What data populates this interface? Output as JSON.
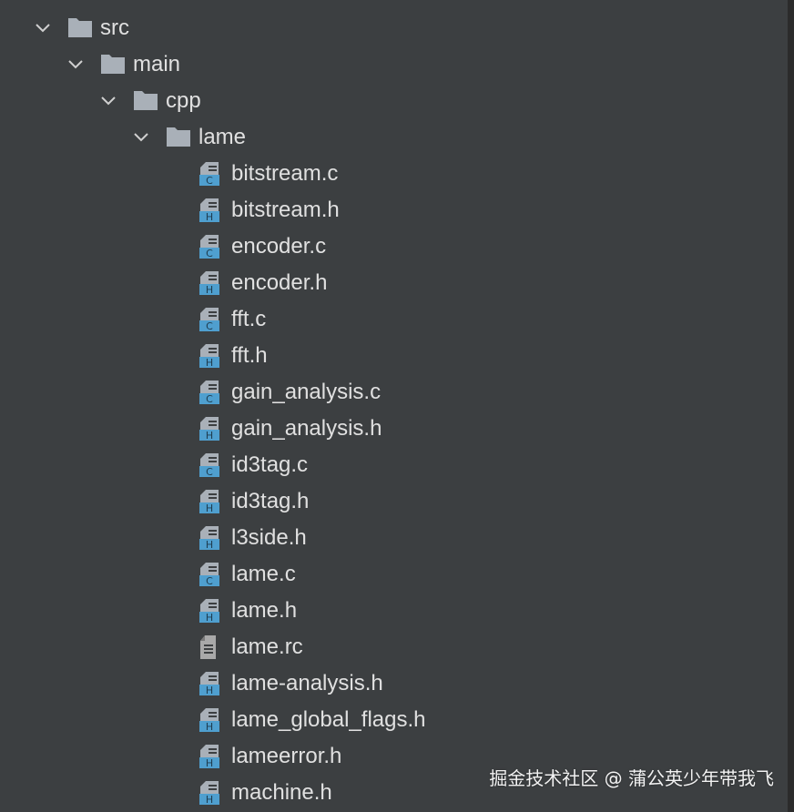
{
  "colors": {
    "background": "#3c3f41",
    "text": "#e0e0e0",
    "folder": "#a9b0b8",
    "c_file_badge": "#4f9fcf",
    "h_file_badge": "#4f9fcf",
    "plain_file": "#a9a9a9"
  },
  "tree": {
    "folders": [
      {
        "label": "src",
        "icon": "folder-icon",
        "expanded": true
      },
      {
        "label": "main",
        "icon": "folder-icon",
        "expanded": true
      },
      {
        "label": "cpp",
        "icon": "folder-icon",
        "expanded": true
      },
      {
        "label": "lame",
        "icon": "folder-icon",
        "expanded": true
      }
    ],
    "files": [
      {
        "label": "bitstream.c",
        "icon": "c-file-icon",
        "badge": "C"
      },
      {
        "label": "bitstream.h",
        "icon": "h-file-icon",
        "badge": "H"
      },
      {
        "label": "encoder.c",
        "icon": "c-file-icon",
        "badge": "C"
      },
      {
        "label": "encoder.h",
        "icon": "h-file-icon",
        "badge": "H"
      },
      {
        "label": "fft.c",
        "icon": "c-file-icon",
        "badge": "C"
      },
      {
        "label": "fft.h",
        "icon": "h-file-icon",
        "badge": "H"
      },
      {
        "label": "gain_analysis.c",
        "icon": "c-file-icon",
        "badge": "C"
      },
      {
        "label": "gain_analysis.h",
        "icon": "h-file-icon",
        "badge": "H"
      },
      {
        "label": "id3tag.c",
        "icon": "c-file-icon",
        "badge": "C"
      },
      {
        "label": "id3tag.h",
        "icon": "h-file-icon",
        "badge": "H"
      },
      {
        "label": "l3side.h",
        "icon": "h-file-icon",
        "badge": "H"
      },
      {
        "label": "lame.c",
        "icon": "c-file-icon",
        "badge": "C"
      },
      {
        "label": "lame.h",
        "icon": "h-file-icon",
        "badge": "H"
      },
      {
        "label": "lame.rc",
        "icon": "text-file-icon",
        "badge": ""
      },
      {
        "label": "lame-analysis.h",
        "icon": "h-file-icon",
        "badge": "H"
      },
      {
        "label": "lame_global_flags.h",
        "icon": "h-file-icon",
        "badge": "H"
      },
      {
        "label": "lameerror.h",
        "icon": "h-file-icon",
        "badge": "H"
      },
      {
        "label": "machine.h",
        "icon": "h-file-icon",
        "badge": "H"
      }
    ]
  },
  "watermark": "掘金技术社区 @ 蒲公英少年带我飞"
}
